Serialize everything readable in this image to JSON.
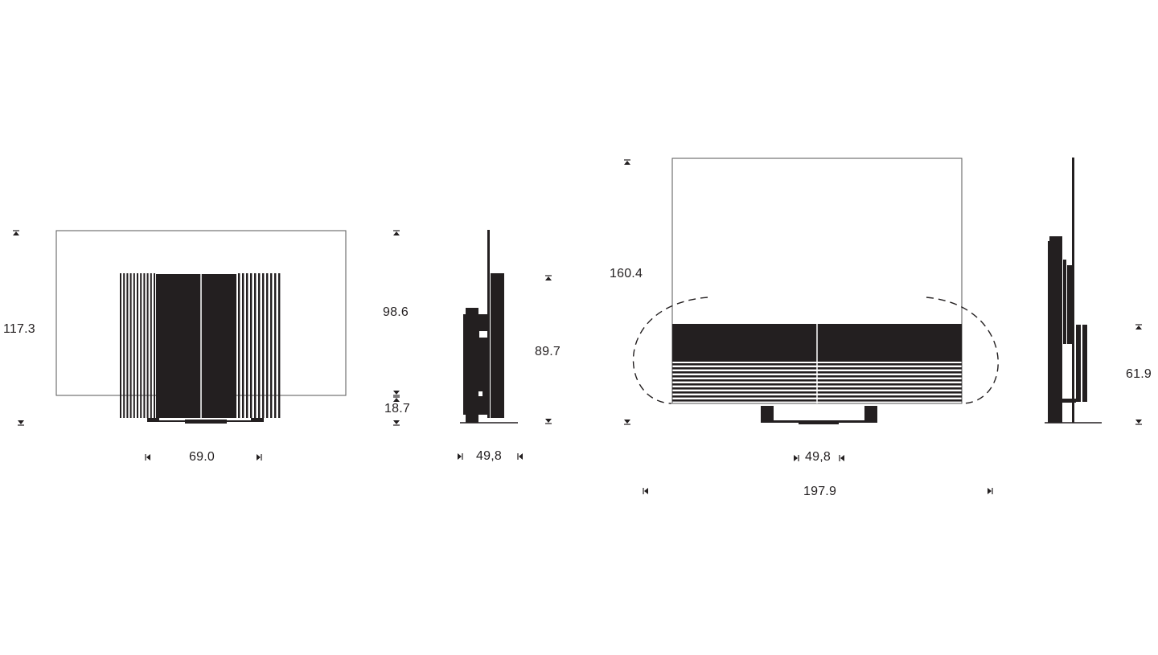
{
  "colors": {
    "ink": "#231f20",
    "outline": "#555555",
    "background": "#ffffff"
  },
  "views": {
    "front_closed": {
      "height_label": "117.3",
      "width_label": "69.0"
    },
    "side_closed": {
      "height_label": "98.6",
      "base_label": "18.7",
      "depth_label": "49,8"
    },
    "side_open_stand": {
      "height_label": "89.7"
    },
    "front_open": {
      "height_label": "160.4",
      "stand_label": "49,8",
      "width_label": "197.9"
    },
    "side_open": {
      "height_label": "61.9"
    }
  }
}
